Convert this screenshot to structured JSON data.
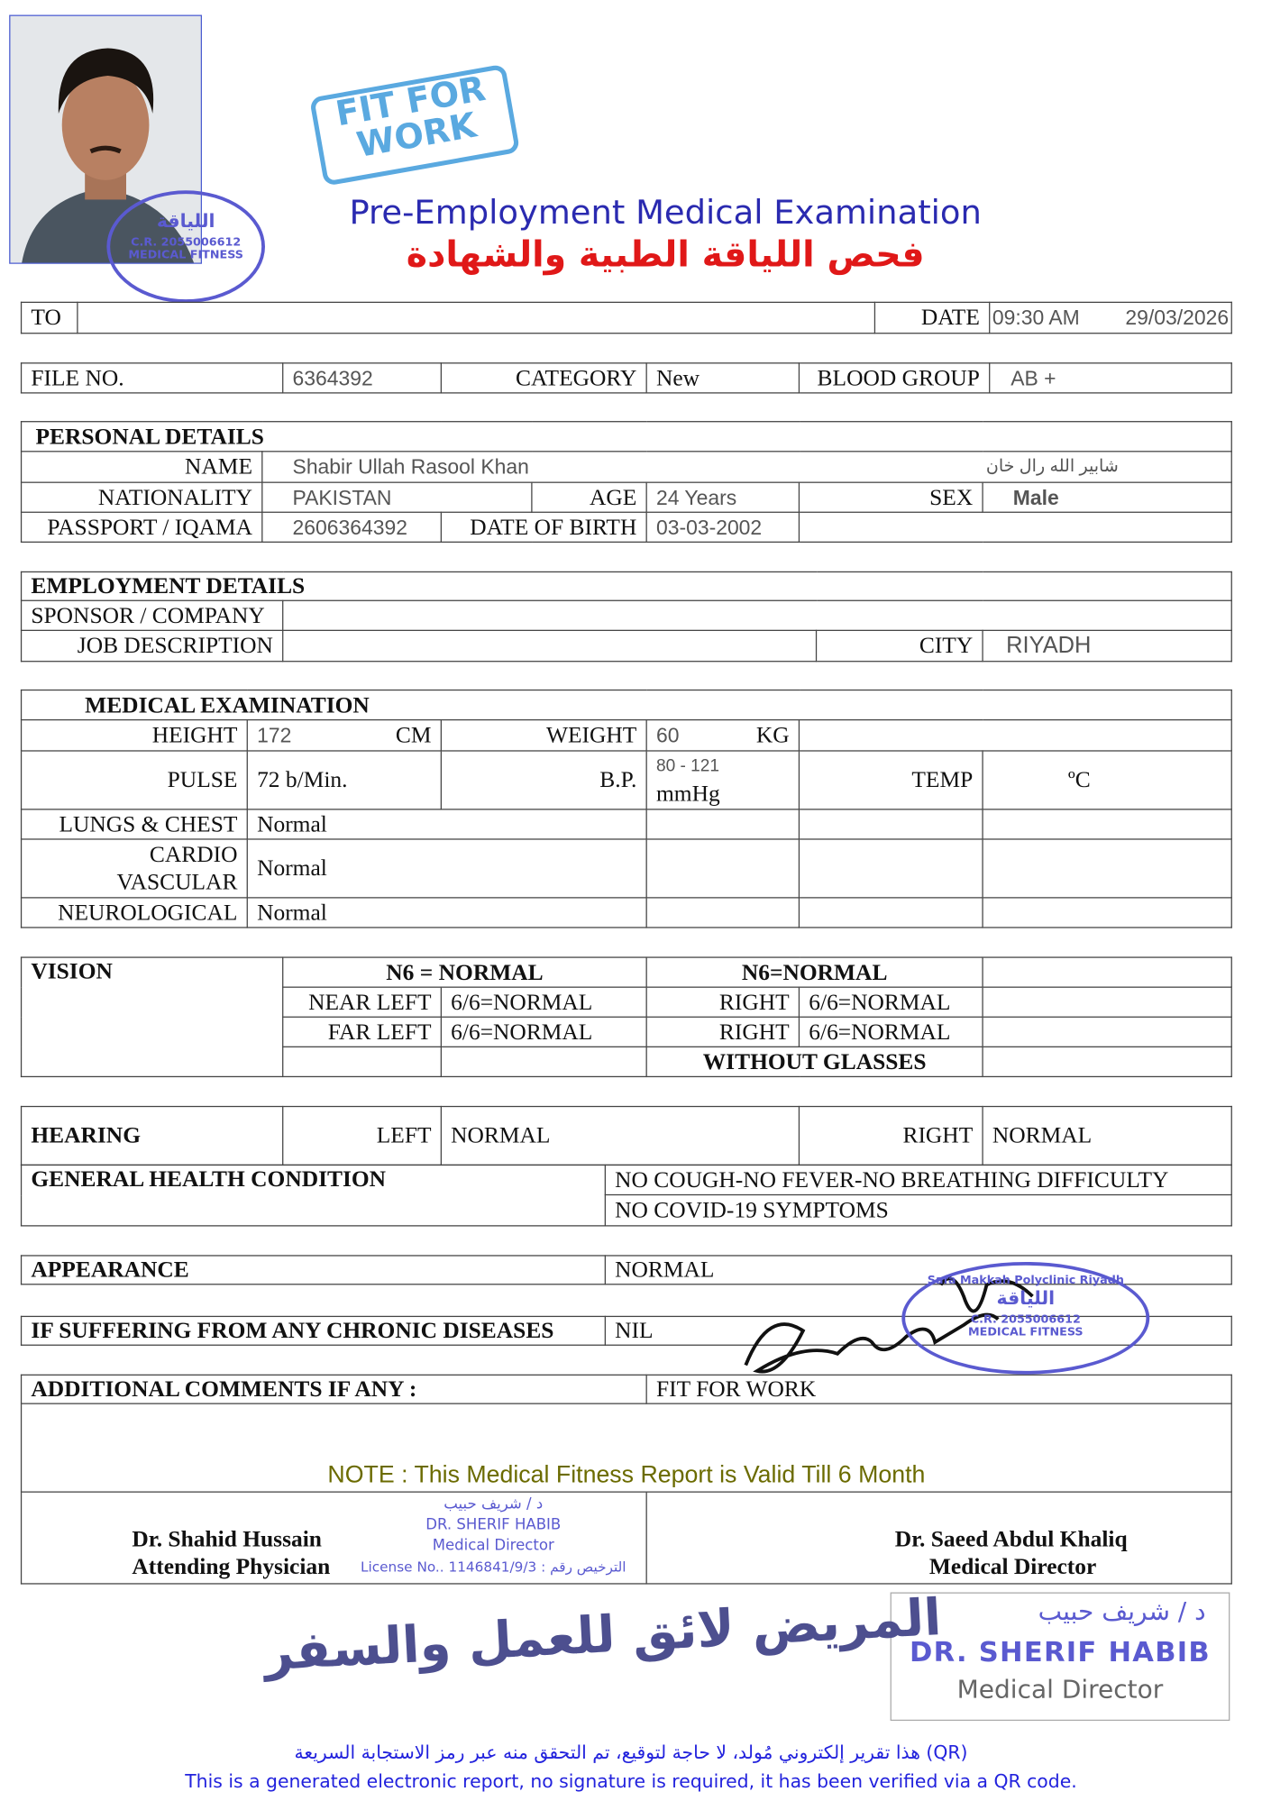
{
  "header": {
    "title_en": "Pre-Employment Medical Examination",
    "title_ar": "فحص اللياقة الطبية والشهادة",
    "fit_stamp": "FIT FOR WORK"
  },
  "top_row": {
    "to_label": "TO",
    "to_value": "",
    "date_label": "DATE",
    "time": "09:30  AM",
    "date": "29/03/2026"
  },
  "file_row": {
    "file_label": "FILE NO.",
    "file_no": "6364392",
    "category_label": "CATEGORY",
    "category": "New",
    "blood_label": "BLOOD GROUP",
    "blood": "AB +"
  },
  "personal": {
    "heading": "PERSONAL DETAILS",
    "name_label": "NAME",
    "name": "Shabir Ullah Rasool Khan",
    "name_ar": "شابير الله رال خان",
    "nationality_label": "NATIONALITY",
    "nationality": "PAKISTAN",
    "age_label": "AGE",
    "age": "24 Years",
    "sex_label": "SEX",
    "sex": "Male",
    "passport_label": "PASSPORT / IQAMA",
    "passport": "2606364392",
    "dob_label": "DATE OF BIRTH",
    "dob": "03-03-2002"
  },
  "employment": {
    "heading": "EMPLOYMENT DETAILS",
    "sponsor_label": "SPONSOR / COMPANY",
    "sponsor": "",
    "job_label": "JOB DESCRIPTION",
    "job": "",
    "city_label": "CITY",
    "city": "RIYADH"
  },
  "medical": {
    "heading": "MEDICAL EXAMINATION",
    "height_label": "HEIGHT",
    "height": "172",
    "height_unit": "CM",
    "weight_label": "WEIGHT",
    "weight": "60",
    "weight_unit": "KG",
    "pulse_label": "PULSE",
    "pulse": "72 b/Min.",
    "bp_label": "B.P.",
    "bp": "80 - 121",
    "bp_unit": "mmHg",
    "temp_label": "TEMP",
    "temp_unit": "ºC",
    "lungs_label": "LUNGS & CHEST",
    "lungs": "Normal",
    "cardio_label_1": "CARDIO",
    "cardio_label_2": "VASCULAR",
    "cardio": "Normal",
    "neuro_label": "NEUROLOGICAL",
    "neuro": "Normal"
  },
  "vision": {
    "heading": "VISION",
    "left_header": "N6 = NORMAL",
    "right_header": "N6=NORMAL",
    "near_left_label": "NEAR LEFT",
    "near_left": "6/6=NORMAL",
    "near_right_label": "RIGHT",
    "near_right": "6/6=NORMAL",
    "far_left_label": "FAR LEFT",
    "far_left": "6/6=NORMAL",
    "far_right_label": "RIGHT",
    "far_right": "6/6=NORMAL",
    "glasses": "WITHOUT GLASSES"
  },
  "hearing": {
    "heading": "HEARING",
    "left_label": "LEFT",
    "left": "NORMAL",
    "right_label": "RIGHT",
    "right": "NORMAL"
  },
  "general": {
    "heading": "GENERAL HEALTH CONDITION",
    "line1": "NO COUGH-NO FEVER-NO BREATHING DIFFICULTY",
    "line2": "NO COVID-19 SYMPTOMS"
  },
  "appearance": {
    "heading": "APPEARANCE",
    "value": "NORMAL"
  },
  "chronic": {
    "heading": "IF SUFFERING FROM ANY CHRONIC DISEASES",
    "value": "NIL"
  },
  "comments": {
    "heading": "ADDITIONAL COMMENTS IF ANY :",
    "value": "FIT FOR WORK"
  },
  "note": "NOTE : This Medical Fitness Report is Valid Till 6 Month",
  "physician": {
    "name": "Dr. Shahid Hussain",
    "title": "Attending Physician"
  },
  "director": {
    "name": "Dr. Saeed Abdul Khaliq",
    "title": "Medical Director"
  },
  "stamps": {
    "clinic_ar": "اللياقة",
    "clinic_name": "Safa Makkah Polyclinic Riyadh",
    "cr": "C.R. 2055006612",
    "fitness": "MEDICAL FITNESS",
    "sherif_ar": "د / شريف حبيب",
    "sherif_en": "DR. SHERIF HABIB",
    "sherif_title": "Medical Director",
    "license": "License No.. 1146841/9/3 : الترخيص رقم",
    "handwritten_ar": "المريض لائق للعمل والسفر"
  },
  "footer": {
    "ar": "هذا تقرير إلكتروني مُولد، لا حاجة لتوقيع، تم التحقق منه عبر رمز الاستجابة السريعة (QR)",
    "en": "This is a generated electronic report, no signature is required, it has been verified via a QR code."
  },
  "colors": {
    "title": "#2a2ab0",
    "title_ar": "#e01818",
    "note": "#6b6b00",
    "stamp": "#5a5ad0",
    "footer": "#2222dd"
  }
}
